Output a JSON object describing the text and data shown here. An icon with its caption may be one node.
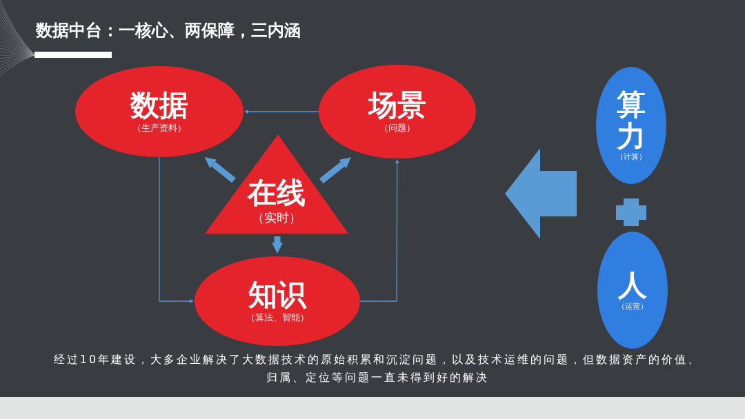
{
  "diagram": {
    "title": "数据中台：一核心、两保障，三内涵",
    "nodes": [
      {
        "text": [
          "数据",
          "（生产资料）"
        ]
      },
      {
        "text": [
          "场景",
          "（问题）"
        ]
      },
      {
        "text": [
          "在线",
          "（实时）"
        ]
      },
      {
        "text": [
          "知识",
          "（算法、智能）"
        ]
      },
      {
        "text": [
          "算力",
          "（计算）"
        ]
      },
      {
        "text": [
          "人",
          "（运营）"
        ]
      }
    ],
    "edges": [
      {
        "from": 1,
        "to": 0,
        "arrow": "to"
      },
      {
        "from": 0,
        "to": 3,
        "arrow": "to"
      },
      {
        "from": 3,
        "to": 1,
        "arrow": "to"
      },
      {
        "from": 2,
        "to": 0,
        "arrow": "to",
        "style": "thick"
      },
      {
        "from": 2,
        "to": 1,
        "arrow": "to",
        "style": "thick"
      },
      {
        "from": 2,
        "to": 3,
        "arrow": "to",
        "style": "thick"
      }
    ],
    "labels": [
      "经过10年建设，大多企业解决了大数据技术的原始积累和沉淀问题，以及技术运维的问题，但数据资产的价值、归属、定位等问题一直未得到好的解决"
    ]
  }
}
